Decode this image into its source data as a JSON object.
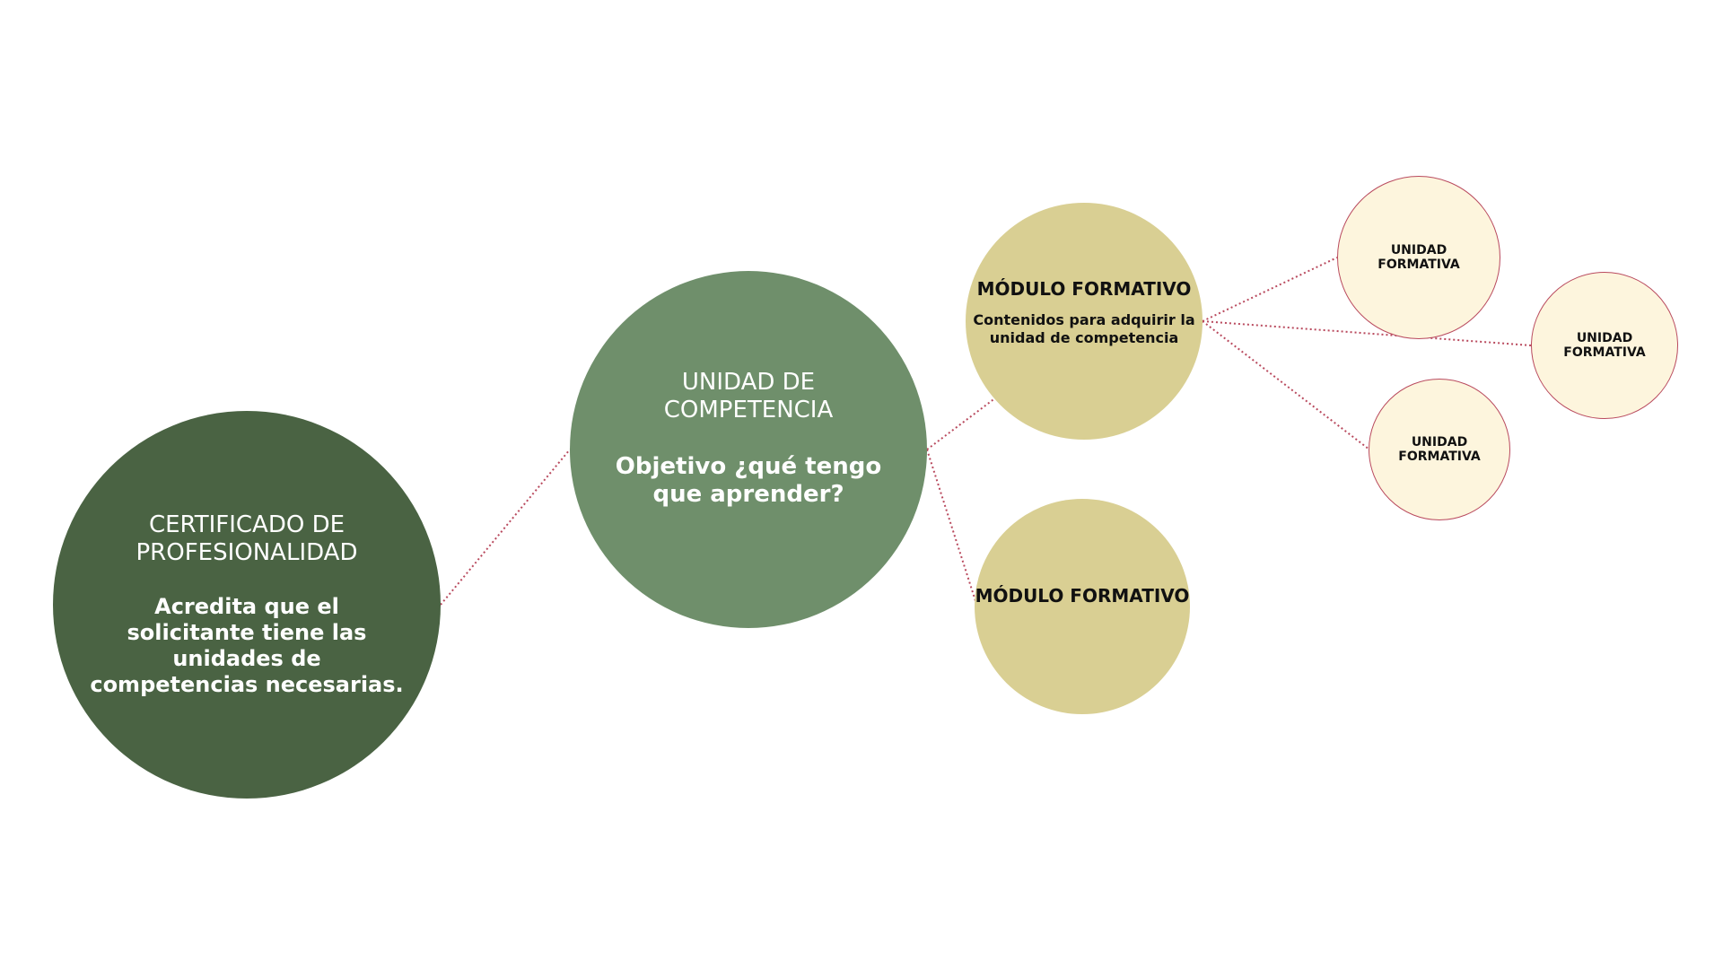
{
  "colors": {
    "background": "#ffffff",
    "certificado_fill": "#4a6343",
    "competencia_fill": "#6f8f6b",
    "modulo_fill": "#d9cf93",
    "unidad_formativa_fill": "#fdf5dd",
    "unidad_formativa_border": "#b94a5e",
    "connector": "#b94a5e",
    "text_light": "#ffffff",
    "text_dark": "#111111"
  },
  "nodes": {
    "certificado": {
      "title": "CERTIFICADO DE PROFESIONALIDAD",
      "body": "Acredita que el solicitante tiene las unidades de competencias necesarias."
    },
    "competencia": {
      "title": "UNIDAD DE COMPETENCIA",
      "body": "Objetivo ¿qué tengo que aprender?"
    },
    "modulo_1": {
      "title": "MÓDULO FORMATIVO",
      "body": "Contenidos para adquirir la unidad de competencia"
    },
    "modulo_2": {
      "title": "MÓDULO FORMATIVO"
    },
    "unidad_formativa_1": {
      "title": "UNIDAD FORMATIVA"
    },
    "unidad_formativa_2": {
      "title": "UNIDAD FORMATIVA"
    },
    "unidad_formativa_3": {
      "title": "UNIDAD FORMATIVA"
    }
  }
}
